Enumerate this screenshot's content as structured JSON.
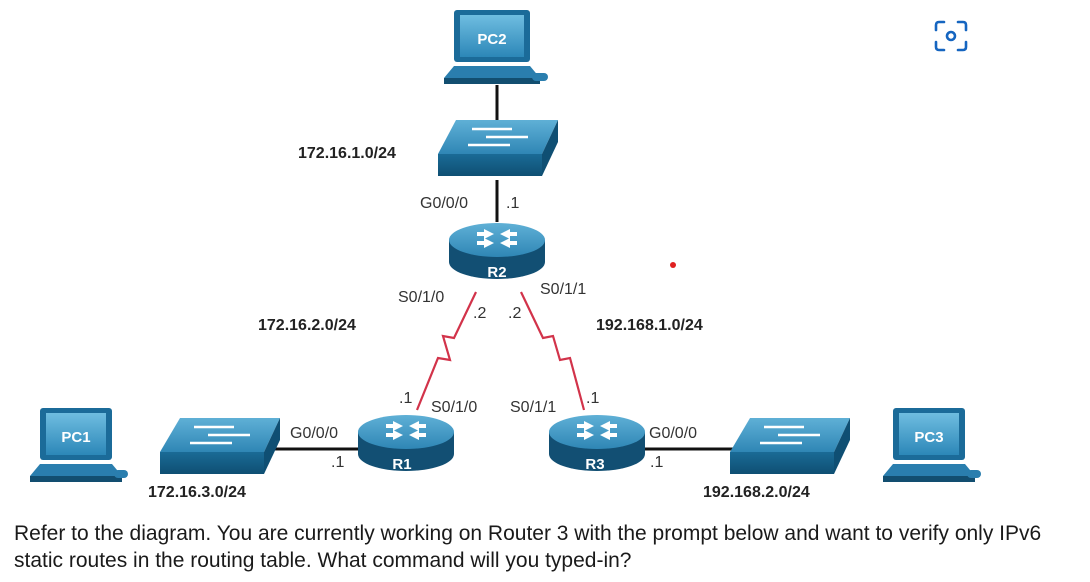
{
  "diagram": {
    "devices": {
      "pc2": "PC2",
      "pc1": "PC1",
      "pc3": "PC3",
      "r1": "R1",
      "r2": "R2",
      "r3": "R3"
    },
    "networks": {
      "top": "172.16.1.0/24",
      "r1_r2": "172.16.2.0/24",
      "r2_r3": "192.168.1.0/24",
      "left": "172.16.3.0/24",
      "right": "192.168.2.0/24"
    },
    "interfaces": {
      "r2_g": "G0/0/0",
      "r2_g_addr": ".1",
      "r2_s0": "S0/1/0",
      "r2_s0_addr": ".2",
      "r2_s1": "S0/1/1",
      "r2_s1_addr": ".2",
      "r1_s": "S0/1/0",
      "r1_s_addr": ".1",
      "r3_s": "S0/1/1",
      "r3_s_addr": ".1",
      "r1_g": "G0/0/0",
      "r1_g_addr": ".1",
      "r3_g": "G0/0/0",
      "r3_g_addr": ".1"
    },
    "colors": {
      "device_blue": "#1d6e9c",
      "serial_red": "#d2334a",
      "marker_red": "#e02020",
      "scan_icon": "#1565c0"
    }
  },
  "question": "Refer to the diagram. You are currently working on Router 3 with the prompt below and want to verify only IPv6 static routes in the routing table. What command will you typed-in?",
  "icons": {
    "scan": "scan-icon"
  }
}
